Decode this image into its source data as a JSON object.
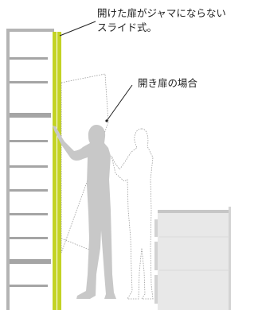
{
  "callouts": {
    "slide_door": {
      "line1": "開けた扉がジャマにならない",
      "line2": "スライド式。"
    },
    "hinged_door": "開き扉の場合"
  },
  "colors": {
    "frame": "#b4b4b4",
    "shelf": "#a5a5a5",
    "door_green": "#c3d323",
    "silhouette": "#c8c8c8",
    "outline": "#999999",
    "cabinet": "#e8e8e8",
    "cabinet_edge": "#c6c6c6",
    "text": "#222222"
  }
}
